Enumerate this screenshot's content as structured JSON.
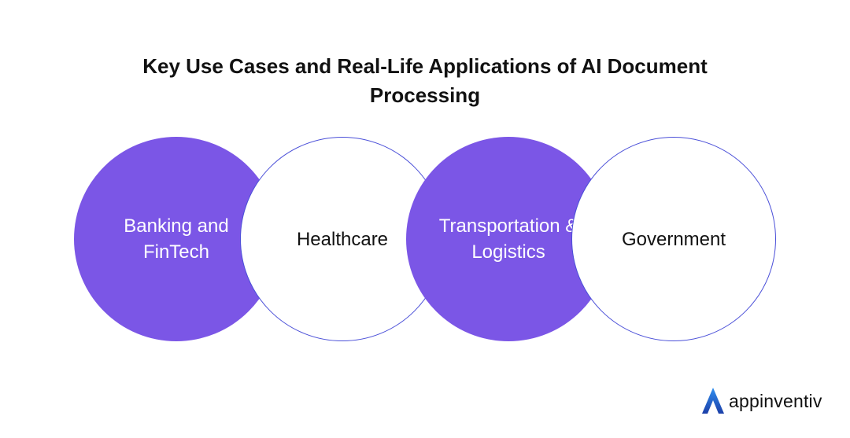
{
  "title": "Key Use Cases and Real-Life Applications of AI Document Processing",
  "circles": [
    {
      "label": "Banking and FinTech",
      "style": "filled"
    },
    {
      "label": "Healthcare",
      "style": "outline"
    },
    {
      "label": "Transportation & Logistics",
      "style": "filled"
    },
    {
      "label": "Government",
      "style": "outline"
    }
  ],
  "colors": {
    "accent_purple": "#7b56e6",
    "outline_blue": "#4a4fd8",
    "text_dark": "#111111",
    "logo_blue_top": "#2f6fe0",
    "logo_blue_bottom": "#1c3fa8"
  },
  "logo": {
    "icon": "appinventiv-logo-icon",
    "text": "appinventiv"
  }
}
